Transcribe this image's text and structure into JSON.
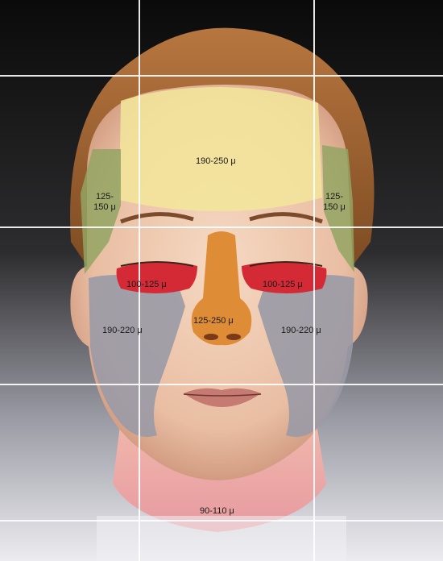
{
  "diagram": {
    "zones": [
      {
        "id": "forehead",
        "label": "190-250 μ",
        "color": "#f2e69a"
      },
      {
        "id": "temple-left",
        "label_line1": "125-",
        "label_line2": "150 μ",
        "color": "#93a463"
      },
      {
        "id": "temple-right",
        "label_line1": "125-",
        "label_line2": "150 μ",
        "color": "#93a463"
      },
      {
        "id": "eyelid-left",
        "label": "100-125 μ",
        "color": "#d42a36"
      },
      {
        "id": "eyelid-right",
        "label": "100-125 μ",
        "color": "#d42a36"
      },
      {
        "id": "nose",
        "label": "125-250 μ",
        "color": "#de8c36"
      },
      {
        "id": "cheek-left",
        "label": "190-220 μ",
        "color": "#9a9aa6"
      },
      {
        "id": "cheek-right",
        "label": "190-220 μ",
        "color": "#9a9aa6"
      },
      {
        "id": "neck",
        "label": "90-110 μ",
        "color": "#e5a0a3"
      }
    ],
    "grid": true
  }
}
